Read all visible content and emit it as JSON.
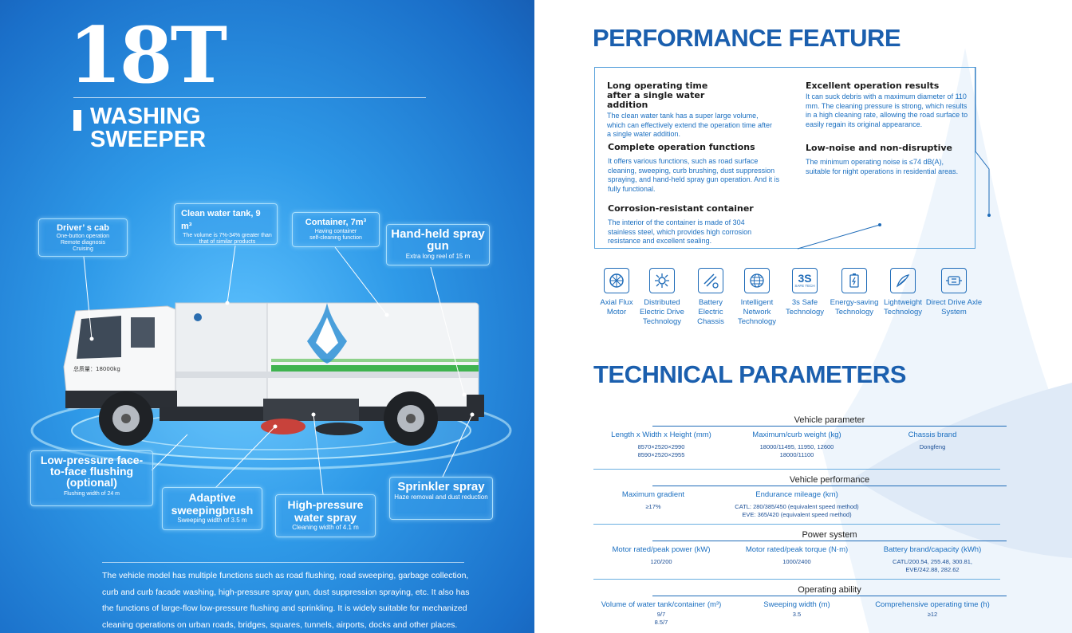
{
  "left": {
    "big_title": "18T",
    "sub_title_line1": "WASHING",
    "sub_title_line2": "SWEEPER",
    "callouts": {
      "cab": {
        "title": "Driver’ s cab",
        "line1": "One-button operation",
        "line2": "Remote diagnosis",
        "line3": "Cruising"
      },
      "water_tank": {
        "title": "Clean water tank, 9 m³",
        "line1": "The volume is 7%-34% greater than",
        "line2": "that of similar products"
      },
      "container": {
        "title": "Container, 7m³",
        "line1": "Having container",
        "line2": "self-cleaning function"
      },
      "spray_gun": {
        "title": "Hand-held spray gun",
        "line1": "Extra long reel of 15 m"
      },
      "low_pressure": {
        "title": "Low-pressure face-to-face flushing (optional)",
        "line1": "Flushing width of 24 m"
      },
      "brush": {
        "title": "Adaptive sweepingbrush",
        "line1": "Sweeping width of 3.5 m"
      },
      "high_pressure": {
        "title": "High-pressure water spray",
        "line1": "Cleaning width of 4.1 m"
      },
      "sprinkler": {
        "title": "Sprinkler spray",
        "line1": "Haze removal and dust reduction"
      }
    },
    "truck_plate": "总质量：18000kg",
    "description": "The vehicle model has multiple functions such as road flushing, road sweeping, garbage collection, curb and curb facade washing, high-pressure spray gun, dust suppression spraying, etc. It also has the functions of large-flow low-pressure flushing and sprinkling. It is widely suitable for mechanized cleaning operations on urban roads, bridges, squares, tunnels, airports, docks and other places."
  },
  "right": {
    "performance_title": "PERFORMANCE FEATURE",
    "features": [
      {
        "title": "Long operating time after a single water addition",
        "body": "The clean water tank has a super large volume, which can effectively extend the operation time after a single water addition."
      },
      {
        "title": "Excellent operation results",
        "body": "It can suck debris with a maximum diameter of 110 mm. The cleaning pressure is strong, which results in a high cleaning rate, allowing the road surface to easily regain its original appearance."
      },
      {
        "title": "Complete operation functions",
        "body": "It offers various functions, such as road surface cleaning, sweeping, curb brushing, dust suppression spraying, and hand-held spray gun operation. And it is fully functional."
      },
      {
        "title": "Low-noise and non-disruptive",
        "body": "The minimum operating noise is ≤74 dB(A), suitable for night operations in residential areas."
      },
      {
        "title": "Corrosion-resistant container",
        "body": "The interior of the container is made of 304 stainless steel, which provides high corrosion resistance and excellent sealing."
      }
    ],
    "tech_icons": [
      {
        "label": "Axial Flux Motor",
        "icon": "axial-flux-motor-icon"
      },
      {
        "label": "Distributed Electric Drive Technology",
        "icon": "distributed-drive-icon"
      },
      {
        "label": "Battery Electric Chassis",
        "icon": "battery-chassis-icon"
      },
      {
        "label": "Intelligent Network Technology",
        "icon": "intelligent-network-icon"
      },
      {
        "label": "3s Safe Technology",
        "icon": "safe-tech-icon",
        "badge": "3S",
        "badge_sub": "SAFE TECH"
      },
      {
        "label": "Energy-saving Technology",
        "icon": "energy-saving-icon"
      },
      {
        "label": "Lightweight Technology",
        "icon": "lightweight-icon"
      },
      {
        "label": "Direct Drive Axle System",
        "icon": "direct-drive-axle-icon"
      }
    ],
    "technical_title": "TECHNICAL PARAMETERS",
    "parameters": {
      "vehicle_parameter": {
        "heading": "Vehicle parameter",
        "cols": [
          {
            "label": "Length x Width x Height (mm)",
            "values": [
              "8570×2520×2990",
              "8590×2520×2955"
            ]
          },
          {
            "label": "Maximum/curb weight (kg)",
            "values": [
              "18000/11495, 11950, 12600",
              "18000/11100"
            ]
          },
          {
            "label": "Chassis brand",
            "values": [
              "Dongfeng"
            ]
          }
        ]
      },
      "vehicle_performance": {
        "heading": "Vehicle performance",
        "cols": [
          {
            "label": "Maximum gradient",
            "values": [
              "≥17%"
            ]
          },
          {
            "label": "Endurance mileage (km)",
            "values": [
              "CATL: 280/385/450 (equivalent speed method)",
              "EVE: 365/420 (equivalent speed method)"
            ]
          }
        ]
      },
      "power_system": {
        "heading": "Power system",
        "cols": [
          {
            "label": "Motor rated/peak power (kW)",
            "values": [
              "120/200"
            ]
          },
          {
            "label": "Motor rated/peak torque (N·m)",
            "values": [
              "1000/2400"
            ]
          },
          {
            "label": "Battery brand/capacity (kWh)",
            "values": [
              "CATL/200.54, 255.48, 300.81,",
              "EVE/242.88, 282.62"
            ]
          }
        ]
      },
      "operating_ability": {
        "heading": "Operating ability",
        "cols": [
          {
            "label": "Volume of water tank/container (m³)",
            "values": [
              "9/7",
              "8.5/7"
            ]
          },
          {
            "label": "Sweeping width (m)",
            "values": [
              "3.5"
            ]
          },
          {
            "label": "Comprehensive operating time (h)",
            "values": [
              "≥12"
            ]
          }
        ]
      }
    }
  }
}
